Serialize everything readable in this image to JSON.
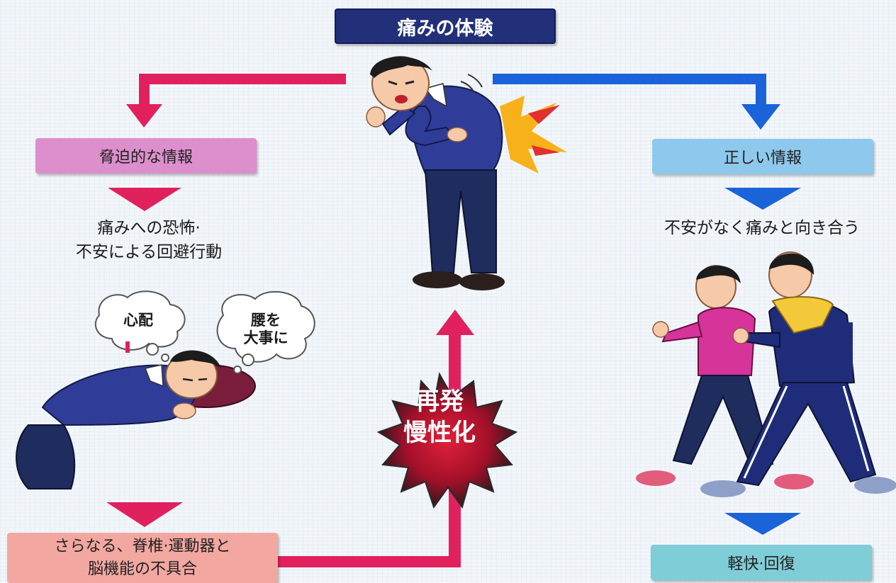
{
  "title": "痛みの体験",
  "left_branch": {
    "info_box": "脅迫的な情報",
    "result_line1": "痛みへの恐怖·",
    "result_line2": "不安による回避行動",
    "bubble_worry": "心配",
    "bubble_back_line1": "腰を",
    "bubble_back_line2": "大事に",
    "outcome_line1": "さらなる、脊椎·運動器と",
    "outcome_line2": "脳機能の不具合"
  },
  "right_branch": {
    "info_box": "正しい情報",
    "result": "不安がなく痛みと向き合う",
    "outcome": "軽快·回復"
  },
  "center": {
    "burst_line1": "再発",
    "burst_line2": "慢性化"
  },
  "colors": {
    "title_bg": "#22307a",
    "left_arrow": "#e0215e",
    "right_arrow": "#1a63d8",
    "pink_box": "#dc8fcc",
    "blue_box": "#8ec8ec",
    "salmon_box": "#f3a7a1",
    "teal_box": "#7fcdd7",
    "burst_center": "#c8102e"
  },
  "illustrations": [
    "man-in-pain",
    "man-lying-down",
    "couple-walking",
    "thought-bubble"
  ]
}
